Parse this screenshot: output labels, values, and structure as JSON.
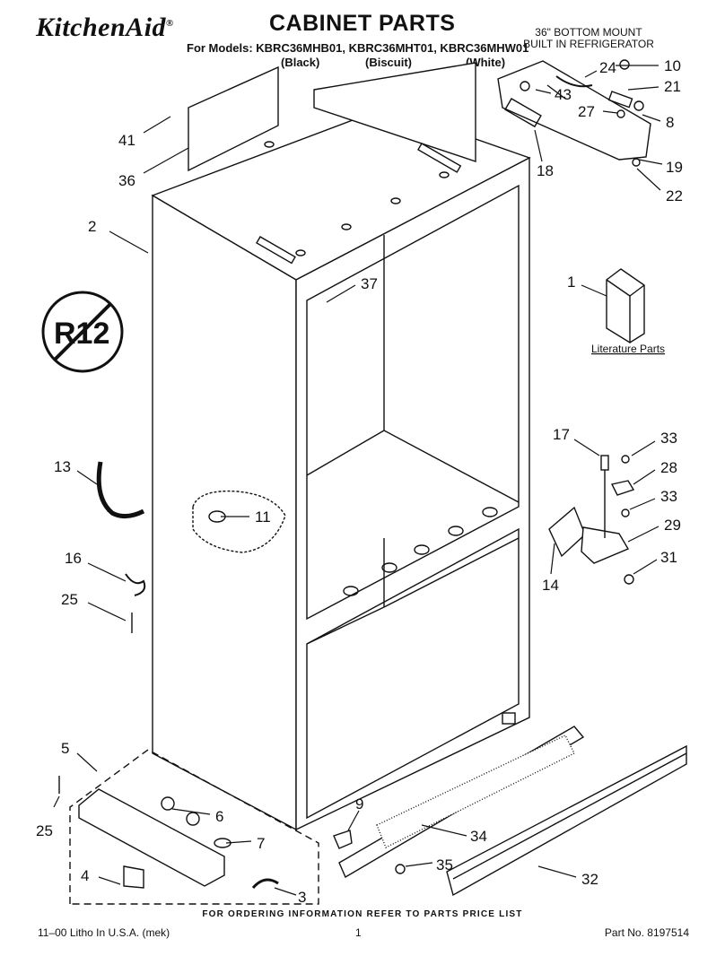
{
  "header": {
    "brand": "KitchenAid",
    "brand_mark": "®",
    "title": "CABINET PARTS",
    "models": "For Models: KBRC36MHB01, KBRC36MHT01, KBRC36MHW01",
    "variants": [
      "(Black)",
      "(Biscuit)",
      "(White)"
    ],
    "mount_line1": "36\" BOTTOM MOUNT",
    "mount_line2": "BUILT IN REFRIGERATOR"
  },
  "badge": {
    "text": "R12",
    "meaning": "no-r12-refrigerant"
  },
  "literature_label": "Literature Parts",
  "callouts": [
    "10",
    "24",
    "21",
    "43",
    "27",
    "8",
    "18",
    "19",
    "22",
    "41",
    "36",
    "2",
    "37",
    "1",
    "11",
    "13",
    "17",
    "33",
    "28",
    "33",
    "29",
    "31",
    "14",
    "16",
    "25",
    "5",
    "25",
    "6",
    "7",
    "4",
    "3",
    "9",
    "34",
    "35",
    "32"
  ],
  "order_note": "FOR ORDERING INFORMATION REFER TO PARTS PRICE LIST",
  "footer": {
    "left": "11–00 Litho In U.S.A. (mek)",
    "center": "1",
    "right": "Part No. 8197514"
  },
  "colors": {
    "ink": "#111111",
    "paper": "#ffffff"
  }
}
